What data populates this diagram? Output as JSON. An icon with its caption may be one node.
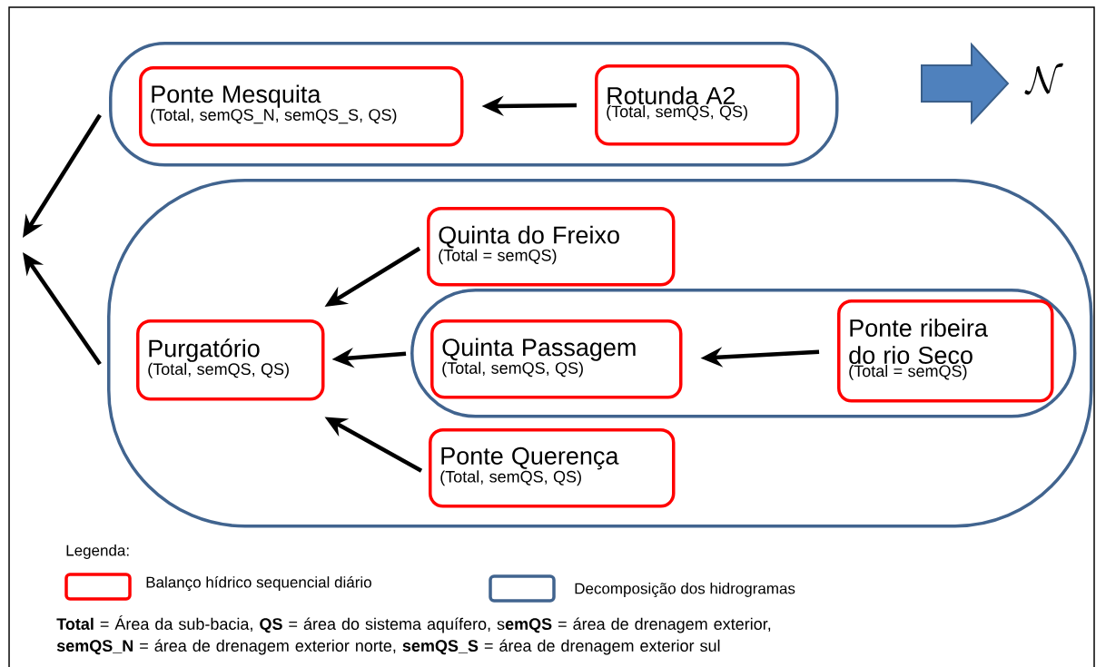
{
  "diagram": {
    "nodes": [
      {
        "text": [],
        "shape": "box"
      },
      {
        "text": [
          "Ponte Mesquita",
          "(Total, semQS_N, semQS_S, QS)"
        ],
        "in": 0
      },
      {
        "text": [
          "Rotunda A2",
          "(Total, semQS, QS)"
        ],
        "in": 0
      },
      {
        "text": [],
        "shape": "box"
      },
      {
        "text": [
          "Quinta do Freixo",
          "(Total = semQS)"
        ],
        "in": 3
      },
      {
        "text": [
          "Purgatório",
          "(Total, semQS, QS)"
        ],
        "in": 3
      },
      {
        "text": [],
        "shape": "box",
        "in": 3
      },
      {
        "text": [
          "Quinta Passagem",
          "(Total, semQS, QS)"
        ],
        "in": 6
      },
      {
        "text": [
          "Ponte ribeira do rio Seco",
          "(Total = semQS)"
        ],
        "in": 6
      },
      {
        "text": [
          "Ponte Querença",
          "(Total, semQS, QS)"
        ],
        "in": 3
      }
    ],
    "edges": [
      {
        "from": 2,
        "to": 1,
        "arrow": "to"
      },
      {
        "from": 0,
        "to": null,
        "arrow": "to"
      },
      {
        "from": 3,
        "to": null,
        "arrow": "to"
      },
      {
        "from": 4,
        "to": 5,
        "arrow": "to"
      },
      {
        "from": 6,
        "to": 5,
        "arrow": "to"
      },
      {
        "from": 9,
        "to": 5,
        "arrow": "to"
      },
      {
        "from": 8,
        "to": 7,
        "arrow": "to"
      }
    ],
    "labels": [
      "\\mathcal{N}",
      "Legenda:",
      "**Total** = Área da sub-bacia, **QS** = área do sistema aquífero, s**emQS** = área de drenagem exterior, **semQS_N** = área de drenagem exterior norte, **semQS_S** = área de drenagem exterior sul"
    ],
    "legend": [
      {
        "text": "Balanço hídrico sequencial diário",
        "color": "#ff0000"
      },
      {
        "text": "Decomposição dos hidrogramas",
        "color": "#41648f"
      }
    ]
  }
}
